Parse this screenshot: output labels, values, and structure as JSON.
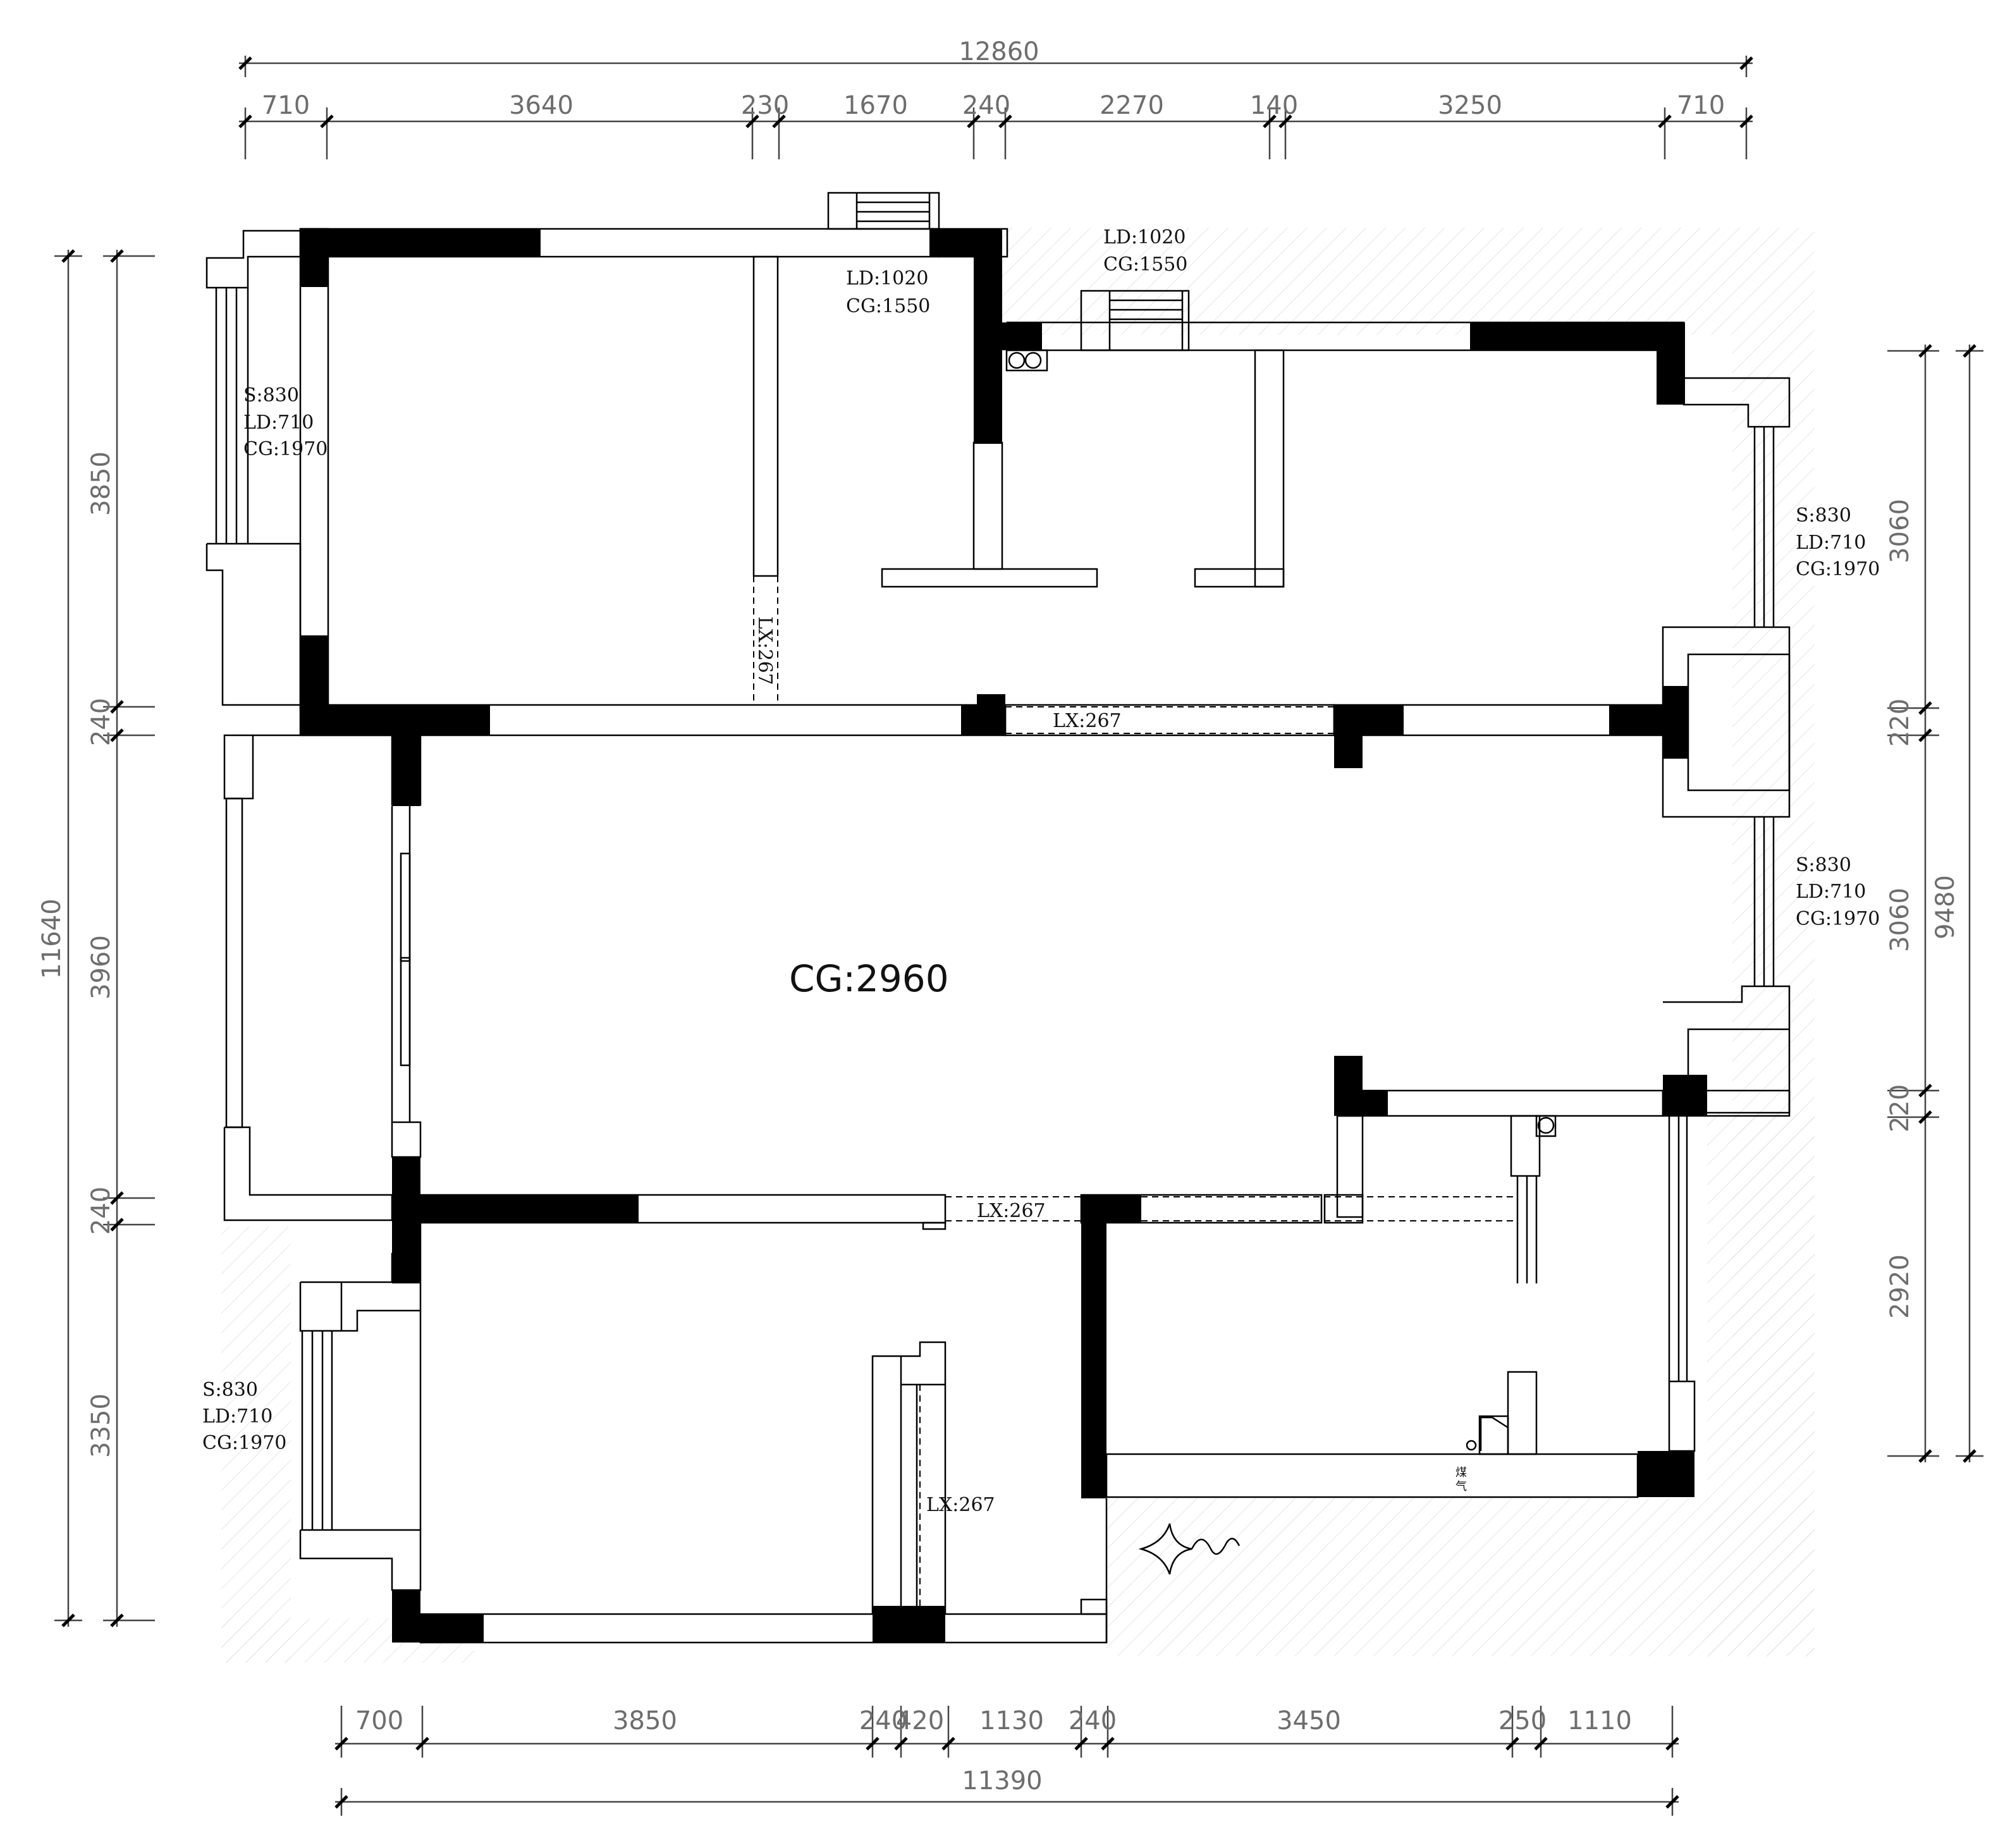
{
  "dimensions": {
    "top_total": "12860",
    "top_segments": [
      "710",
      "3640",
      "230",
      "1670",
      "240",
      "2270",
      "140",
      "3250",
      "710"
    ],
    "bottom_total": "11390",
    "bottom_segments": [
      "700",
      "3850",
      "240",
      "420",
      "1130",
      "240",
      "3450",
      "250",
      "1110"
    ],
    "left_total": "11640",
    "left_segments": [
      "3850",
      "240",
      "3960",
      "240",
      "3350"
    ],
    "right_total": "9480",
    "right_segments": [
      "3060",
      "220",
      "3060",
      "220",
      "2920"
    ]
  },
  "annotations": {
    "window_top_left": [
      "S:830",
      "LD:710",
      "CG:1970"
    ],
    "window_bottom_left": [
      "S:830",
      "LD:710",
      "CG:1970"
    ],
    "window_right_upper": [
      "S:830",
      "LD:710",
      "CG:1970"
    ],
    "window_right_lower": [
      "S:830",
      "LD:710",
      "CG:1970"
    ],
    "window_top_center": [
      "LD:1020",
      "CG:1550"
    ],
    "window_top_right": [
      "LD:1020",
      "CG:1550"
    ],
    "beam_labels": [
      "LX:267",
      "LX:267",
      "LX:267",
      "LX:267"
    ],
    "ceiling_height": "CG:2960",
    "gas_label": "煤\n气"
  }
}
